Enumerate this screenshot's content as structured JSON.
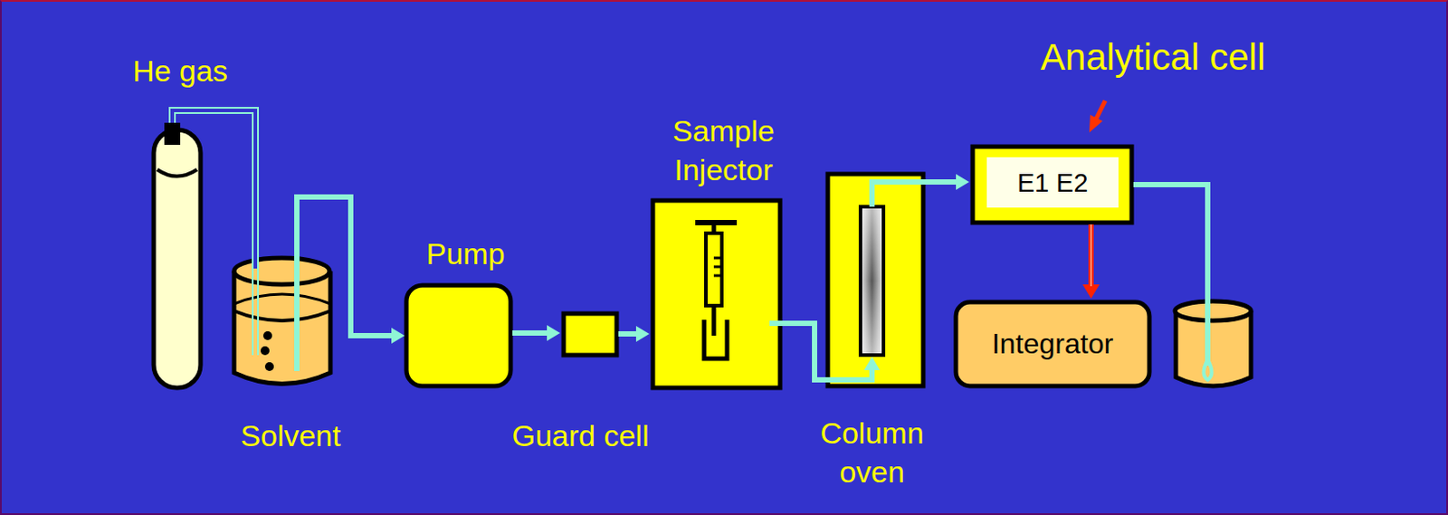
{
  "diagram": {
    "nodes": [
      {
        "text": [
          "He gas"
        ]
      },
      {
        "text": [
          "Solvent"
        ]
      },
      {
        "text": [
          "Pump"
        ]
      },
      {
        "text": [
          "Guard cell"
        ]
      },
      {
        "text": [
          "Sample Injector"
        ]
      },
      {
        "text": [
          "Column oven"
        ]
      },
      {
        "text": [
          "Analytical cell",
          "E1 E2"
        ]
      },
      {
        "text": [
          "Integrator"
        ]
      }
    ],
    "edges": [
      {
        "from": 0,
        "to": 1,
        "arrow": "none"
      },
      {
        "from": 1,
        "to": 2,
        "arrow": "to"
      },
      {
        "from": 2,
        "to": 3,
        "arrow": "to"
      },
      {
        "from": 3,
        "to": 4,
        "arrow": "to"
      },
      {
        "from": 4,
        "to": 5,
        "arrow": "to"
      },
      {
        "from": 5,
        "to": 6,
        "arrow": "to"
      },
      {
        "from": 6,
        "to": 7,
        "arrow": "to"
      }
    ]
  }
}
